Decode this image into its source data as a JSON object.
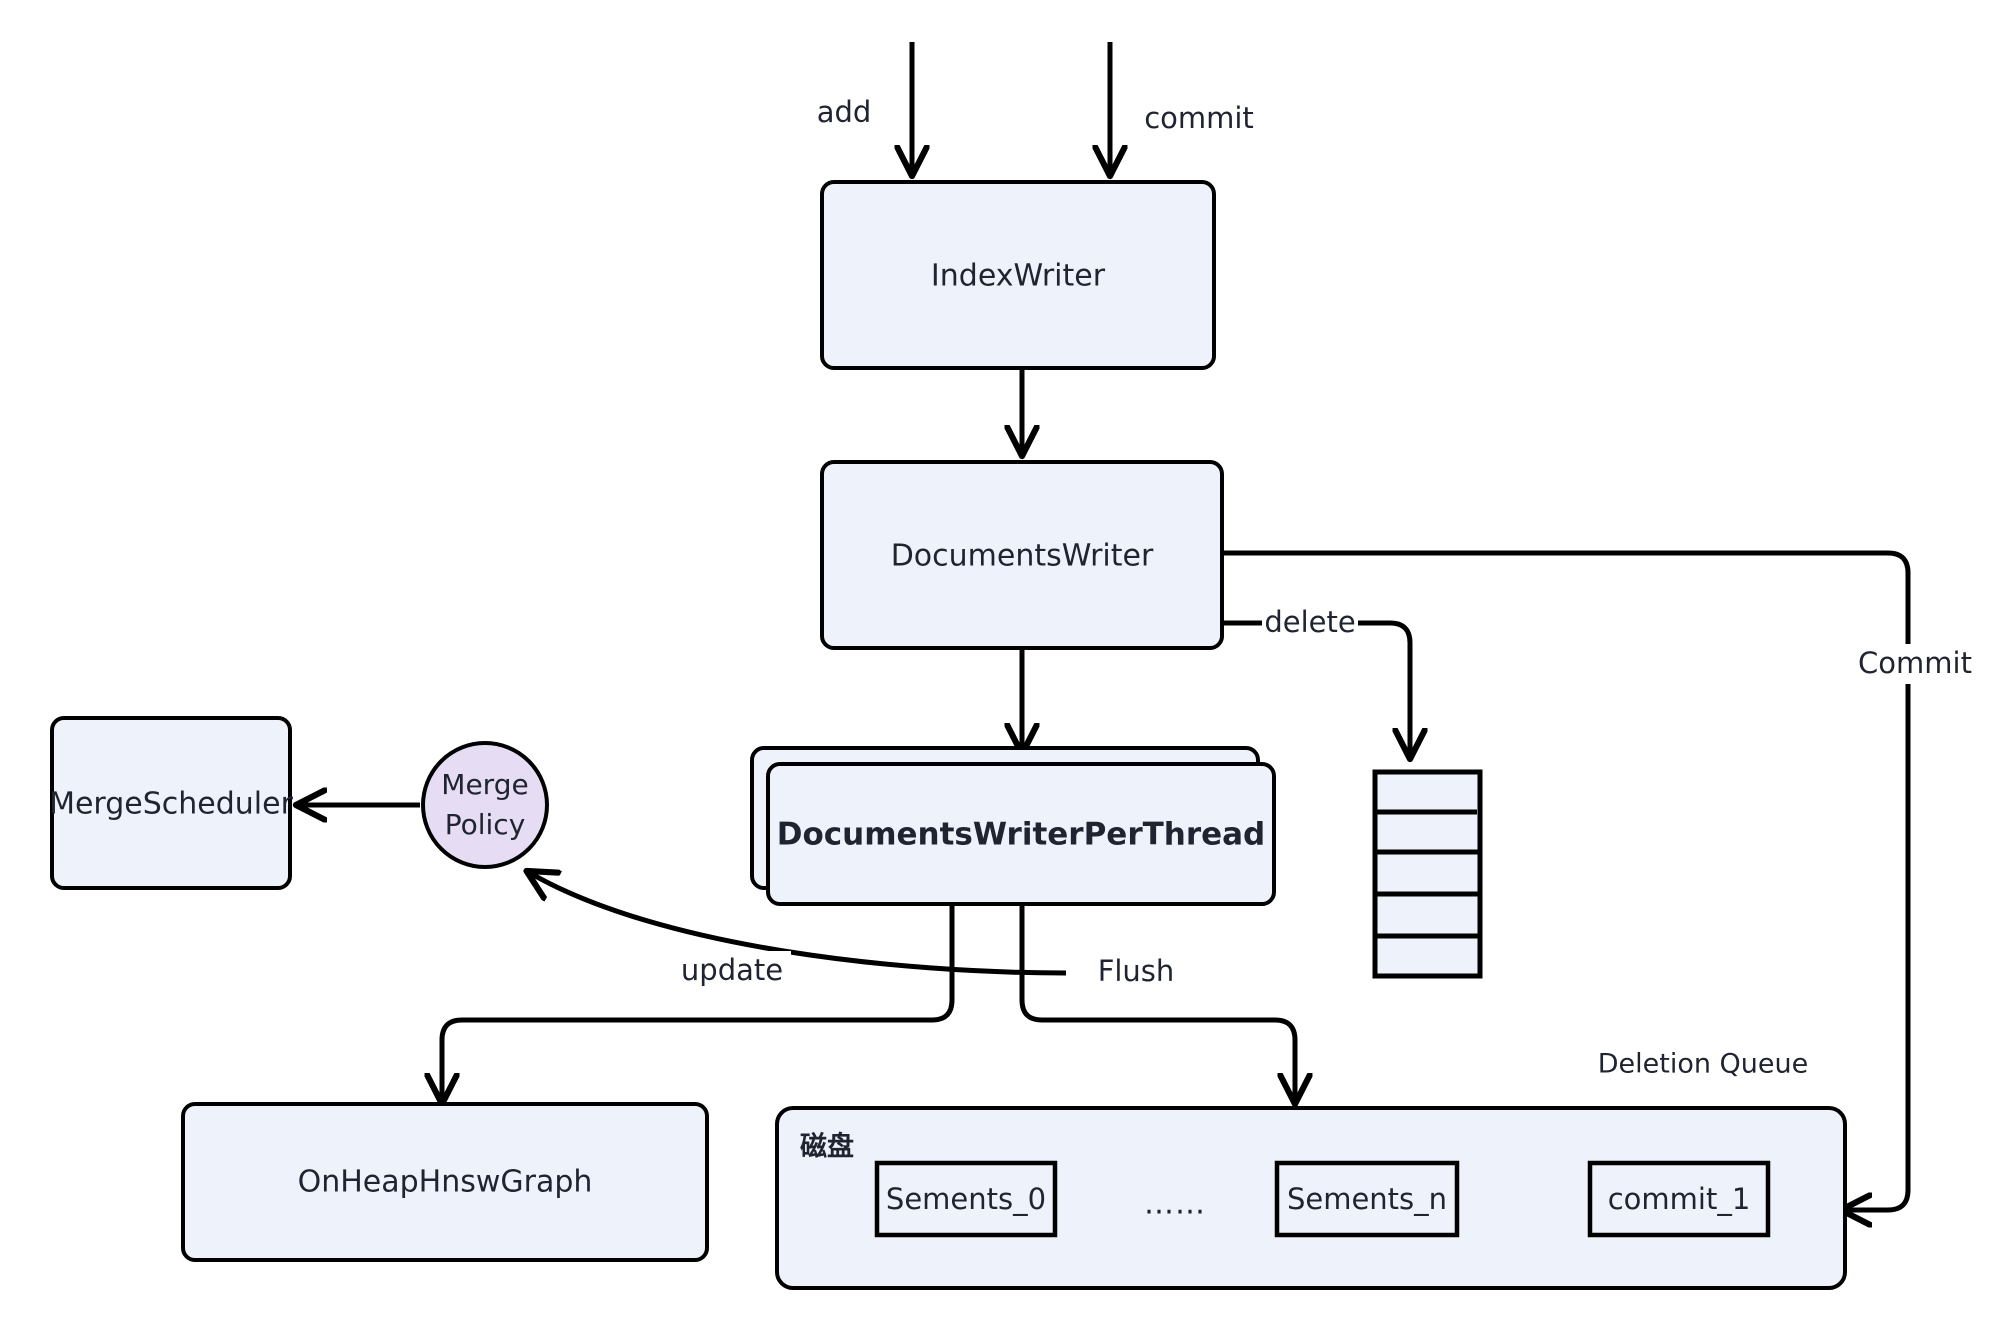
{
  "diagram": {
    "title": "Lucene IndexWriter flow",
    "colors": {
      "node_fill": "#eef2fb",
      "node_stroke": "#000000",
      "circle_fill": "#e6ddf5",
      "text": "#1f2430",
      "background": "#ffffff"
    },
    "nodes": {
      "index_writer": "IndexWriter",
      "documents_writer": "DocumentsWriter",
      "documents_writer_per_thread": "DocumentsWriterPerThread",
      "merge_policy_line1": "Merge",
      "merge_policy_line2": "Policy",
      "merge_scheduler": "MergeScheduler",
      "on_heap_hnsw_graph": "OnHeapHnswGraph",
      "disk_label": "磁盘",
      "segment_0": "Sements_0",
      "segment_ellipsis": "……",
      "segment_n": "Sements_n",
      "commit_file": "commit_1",
      "deletion_queue_label": "Deletion Queue"
    },
    "edge_labels": {
      "add": "add",
      "commit_in": "commit",
      "delete": "delete",
      "commit_out": "Commit",
      "update": "update",
      "flush": "Flush"
    }
  }
}
